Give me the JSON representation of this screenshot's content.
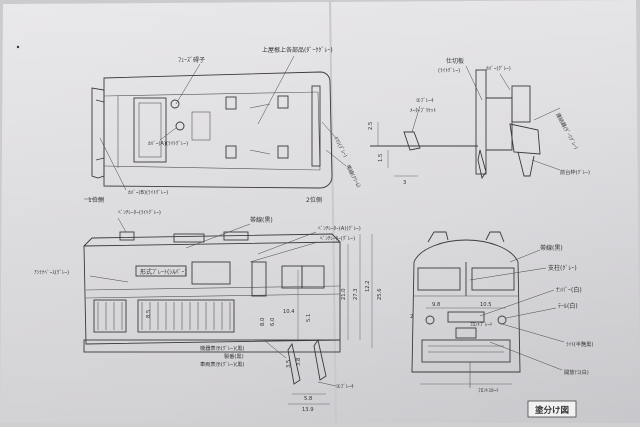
{
  "top_view": {
    "panta_insulator": "ﾌｭｰｽﾞ碍子",
    "roof_color": "上屋根上各部品(ﾀﾞｰｸｸﾞﾚｰ)",
    "plate_a": "ｶﾊﾞｰ(A)(ﾗｲﾄｸﾞﾚｰ)",
    "plate_b": "ｶﾊﾞｰ(B)(ﾗｲﾄｸﾞﾚｰ)",
    "handrail": "ﾃｽﾘ(ｸﾞﾚｰ)",
    "stripe": "帯線(ｸﾘｰﾑ)",
    "end1": "1位側",
    "end2": "2位側"
  },
  "detail": {
    "board": "仕切板",
    "board_color": "(ﾗｲﾄｸﾞﾚｰ)",
    "cover": "ｶﾊﾞｰ(ｸﾞﾚｰ)",
    "brake": "①ﾌﾞﾚｰｷ",
    "meter": "ﾒｰﾀｰﾌﾞﾗｹｯﾄ",
    "coupler": "連結器(ﾀﾞｰｸｸﾞﾚｰ)",
    "front": "前台枠(ｸﾞﾚｰ)",
    "dim_a": "2.5",
    "dim_b": "3",
    "dim_c": "1.5"
  },
  "side_view": {
    "ventilator": "ﾍﾞﾝﾁﾚｰﾀｰ(ﾗｲﾄｸﾞﾚｰ)",
    "stripe": "帯線(黒)",
    "grill_a": "ﾍﾞﾝﾁﾚｰﾀｰ(A)(ｸﾞﾚｰ)",
    "grill_b": "ﾍﾞﾝﾁﾚｰﾀｰ(ｸﾞﾚｰ)",
    "antenna": "ｱﾝﾃﾅﾍﾞｰｽ(ｸﾞﾚｰ)",
    "plate": "形式ﾌﾟﾚｰﾄ(ｼﾙﾊﾞｰ)",
    "dir1": "機器表示(ｸﾞﾚｰ)(黒)",
    "dir2": "製番(黒)",
    "dir3": "車両表示(ｸﾞﾚｰ)(黒)",
    "brake": "①ﾌﾞﾚｰｷ",
    "dims": [
      "10.4",
      "21.0",
      "27.3",
      "8.0",
      "6.0",
      "12.2",
      "5.1",
      "8.5",
      "3.8",
      "3.5",
      "25.6",
      "13.9",
      "5.8"
    ]
  },
  "front_view": {
    "stripe": "帯線(黒)",
    "pillar": "支柱(ｸﾞﾚｰ)",
    "number_plate": "ﾅﾝﾊﾞｰ(白)",
    "marker": "ﾃｰﾙ(白)",
    "light": "ﾗｲﾄ(半艶黒)",
    "step": "開放ﾃｺ(白)",
    "skirt": "ﾌﾛﾝﾄｽｶｰﾄ",
    "front_plate": "ﾌﾛﾝﾄﾌﾟﾚｰﾄ",
    "dims": [
      "9.8",
      "10.5",
      "2"
    ]
  },
  "stamp": "塗分け図"
}
